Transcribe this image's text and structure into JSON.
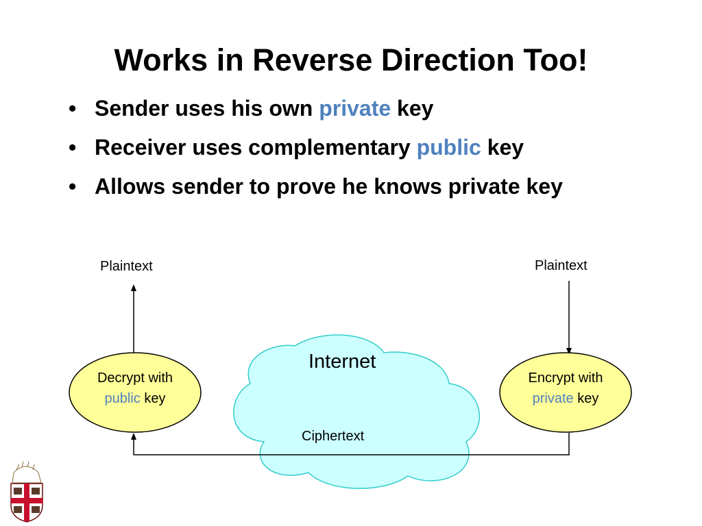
{
  "slide": {
    "title": "Works in Reverse Direction Too!",
    "bullets": [
      {
        "before": "Sender uses his own ",
        "highlight": "private",
        "after": " key"
      },
      {
        "before": "Receiver uses complementary ",
        "highlight": "public",
        "after": " key"
      },
      {
        "before": "Allows sender to prove he knows private key",
        "highlight": "",
        "after": ""
      }
    ]
  },
  "diagram": {
    "left_plaintext": "Plaintext",
    "right_plaintext": "Plaintext",
    "decrypt": {
      "line1": "Decrypt with",
      "key_word": "public",
      "key_suffix": " key"
    },
    "encrypt": {
      "line1": "Encrypt with",
      "key_word": "private",
      "key_suffix": " key"
    },
    "cloud_label": "Internet",
    "ciphertext_label": "Ciphertext"
  },
  "colors": {
    "highlight": "#4f81bd",
    "ellipse_fill": "#ffff99",
    "cloud_fill": "#ccffff",
    "cloud_stroke": "#33cccc"
  }
}
